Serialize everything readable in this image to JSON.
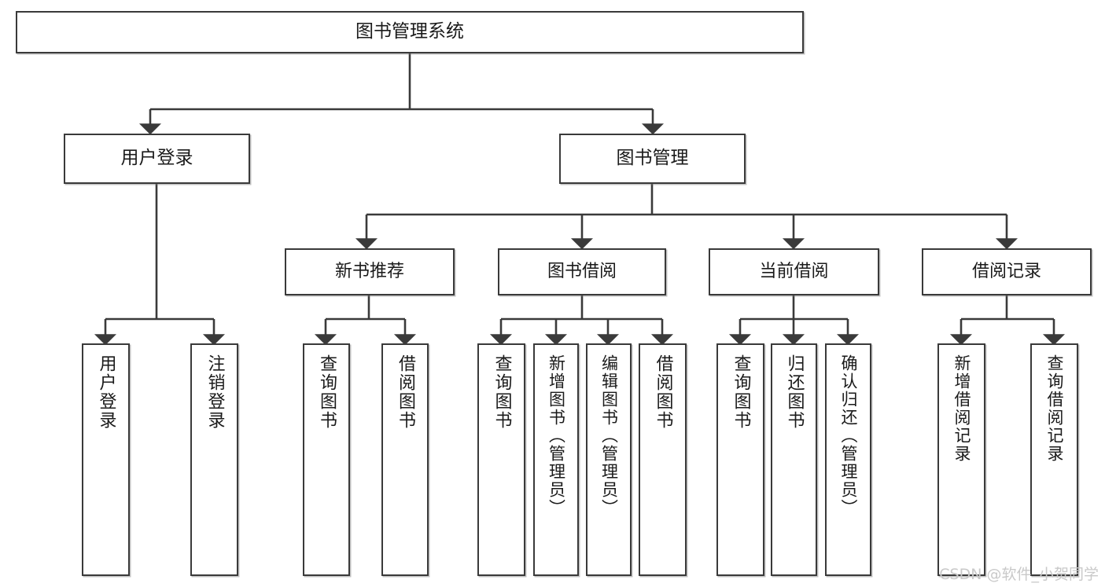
{
  "diagram": {
    "title": "图书管理系统",
    "type": "tree",
    "watermark": "CSDN @软件_小贺同学",
    "colors": {
      "box_border": "#3a3a3a",
      "box_fill": "#ffffff",
      "edge": "#3a3a3a",
      "text": "#1a1a1a",
      "watermark": "#c9c9c9"
    },
    "nodes": {
      "root": {
        "label": "图书管理系统",
        "level": 1
      },
      "l2": [
        {
          "id": "user-login",
          "label": "用户登录",
          "level": 2
        },
        {
          "id": "book-manage",
          "label": "图书管理",
          "level": 2
        }
      ],
      "l3": [
        {
          "id": "new-book-rec",
          "label": "新书推荐",
          "level": 3,
          "parent": "book-manage"
        },
        {
          "id": "book-borrow",
          "label": "图书借阅",
          "level": 3,
          "parent": "book-manage"
        },
        {
          "id": "current-borrow",
          "label": "当前借阅",
          "level": 3,
          "parent": "book-manage"
        },
        {
          "id": "borrow-record",
          "label": "借阅记录",
          "level": 3,
          "parent": "book-manage"
        }
      ],
      "leaves": [
        {
          "id": "leaf-user-login",
          "label": "用户登录",
          "parent": "user-login"
        },
        {
          "id": "leaf-user-logout",
          "label": "注销登录",
          "parent": "user-login"
        },
        {
          "id": "leaf-query-book-1",
          "label": "查询图书",
          "parent": "new-book-rec"
        },
        {
          "id": "leaf-borrow-book-1",
          "label": "借阅图书",
          "parent": "new-book-rec"
        },
        {
          "id": "leaf-query-book-2",
          "label": "查询图书",
          "parent": "book-borrow"
        },
        {
          "id": "leaf-add-book",
          "label": "新增图书（管理员）",
          "parent": "book-borrow"
        },
        {
          "id": "leaf-edit-book",
          "label": "编辑图书（管理员）",
          "parent": "book-borrow"
        },
        {
          "id": "leaf-borrow-book-2",
          "label": "借阅图书",
          "parent": "book-borrow"
        },
        {
          "id": "leaf-query-book-3",
          "label": "查询图书",
          "parent": "current-borrow"
        },
        {
          "id": "leaf-return-book",
          "label": "归还图书",
          "parent": "current-borrow"
        },
        {
          "id": "leaf-confirm-return",
          "label": "确认归还（管理员）",
          "parent": "current-borrow"
        },
        {
          "id": "leaf-add-record",
          "label": "新增借阅记录",
          "parent": "borrow-record"
        },
        {
          "id": "leaf-query-record",
          "label": "查询借阅记录",
          "parent": "borrow-record"
        }
      ]
    }
  }
}
